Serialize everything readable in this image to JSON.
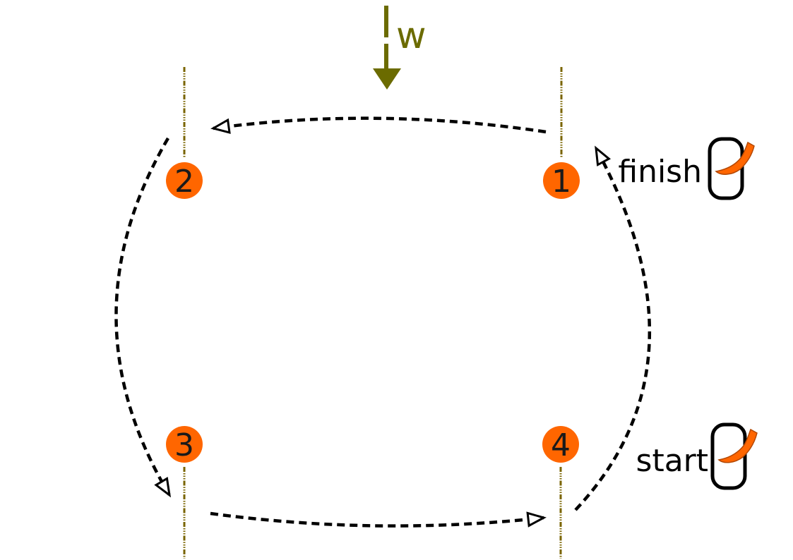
{
  "diagram": {
    "weft_label": "w",
    "finish": {
      "label": "finish"
    },
    "start": {
      "label": "start"
    },
    "nodes": [
      {
        "label": "1"
      },
      {
        "label": "2"
      },
      {
        "label": "3"
      },
      {
        "label": "4"
      }
    ],
    "colors": {
      "node_fill": "#ff6600",
      "node_text": "#1a1a1a",
      "w_arrow": "#6b6b00",
      "spindle_line": "#7a6400",
      "carrier_path": "#000000",
      "ribbon": "#ff6600"
    }
  }
}
